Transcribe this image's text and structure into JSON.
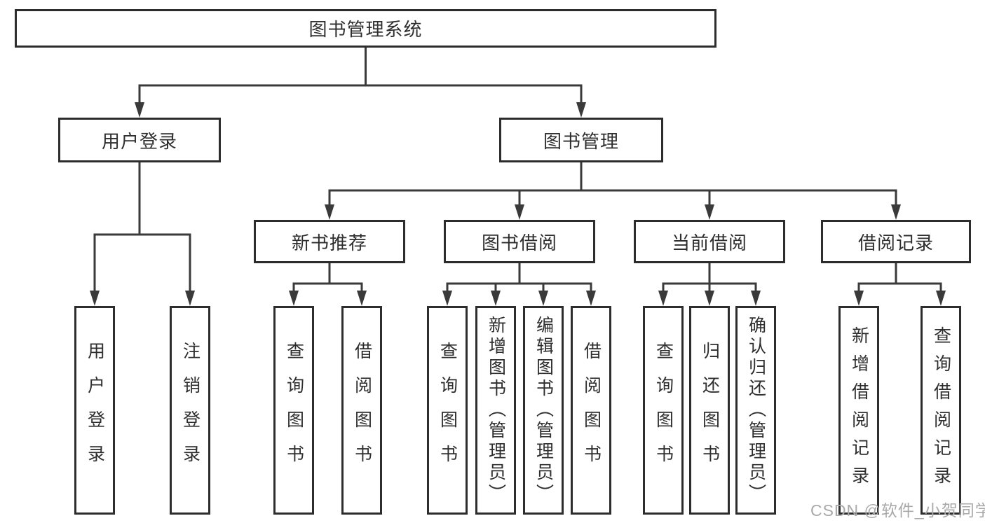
{
  "tree": {
    "root": "图书管理系统",
    "level2": [
      {
        "label": "用户登录",
        "leaves": [
          "用户登录",
          "注销登录"
        ]
      },
      {
        "label": "图书管理",
        "groups": [
          {
            "label": "新书推荐",
            "leaves": [
              "查询图书",
              "借阅图书"
            ]
          },
          {
            "label": "图书借阅",
            "leaves": [
              "查询图书",
              "新增图书（管理员）",
              "编辑图书（管理员）",
              "借阅图书"
            ]
          },
          {
            "label": "当前借阅",
            "leaves": [
              "查询图书",
              "归还图书",
              "确认归还（管理员）"
            ]
          },
          {
            "label": "借阅记录",
            "leaves": [
              "新增借阅记录",
              "查询借阅记录"
            ]
          }
        ]
      }
    ]
  },
  "watermark": "CSDN @软件_小贺同学",
  "colors": {
    "line": "#3a3a3a",
    "box_border": "#2d2d2d",
    "text": "#2e2e2e",
    "watermark": "#a9a9a9",
    "background": "#ffffff"
  }
}
